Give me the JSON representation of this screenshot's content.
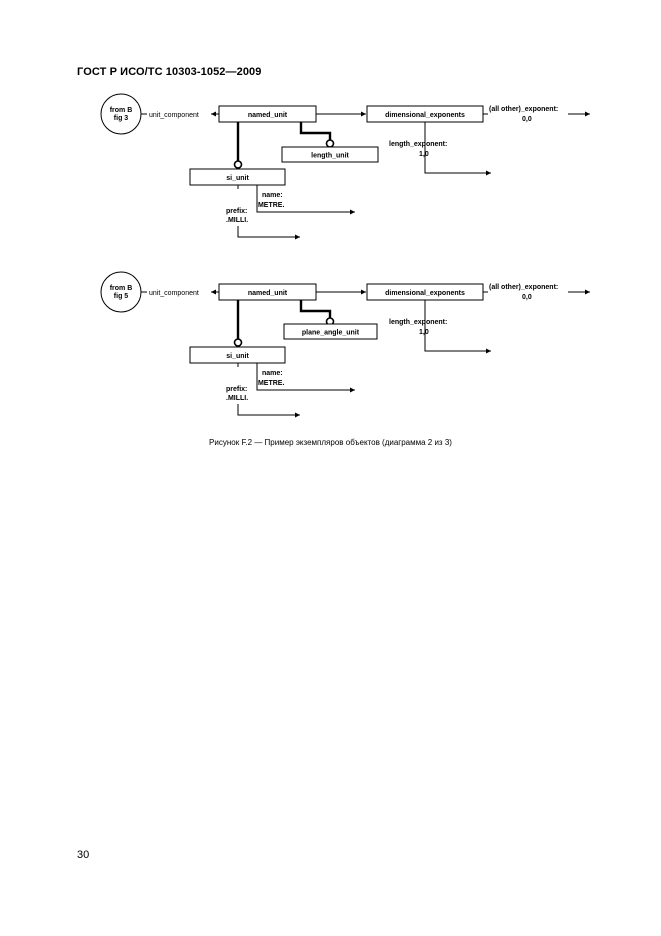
{
  "header": {
    "title": "ГОСТ Р ИСО/ТС 10303-1052—2009"
  },
  "diagrams": [
    {
      "source": {
        "line1": "from B",
        "line2": "fig 3"
      },
      "relation": "unit_component",
      "named_unit": "named_unit",
      "dimensional_exponents": "dimensional_exponents",
      "other_exponent": {
        "label": "(all other)_exponent:",
        "value": "0,0"
      },
      "length_exponent": {
        "label": "length_exponent:",
        "value": "1,0"
      },
      "subtype": "length_unit",
      "si_unit": "si_unit",
      "name": {
        "label": "name:",
        "value": ".METRE."
      },
      "prefix": {
        "label": "prefix:",
        "value": ".MILLI."
      }
    },
    {
      "source": {
        "line1": "from B",
        "line2": "fig 5"
      },
      "relation": "unit_component",
      "named_unit": "named_unit",
      "dimensional_exponents": "dimensional_exponents",
      "other_exponent": {
        "label": "(all other)_exponent:",
        "value": "0,0"
      },
      "length_exponent": {
        "label": "length_exponent:",
        "value": "1,0"
      },
      "subtype": "plane_angle_unit",
      "si_unit": "si_unit",
      "name": {
        "label": "name:",
        "value": ".METRE."
      },
      "prefix": {
        "label": "prefix:",
        "value": ".MILLI."
      }
    }
  ],
  "caption": "Рисунок  F.2 — Пример экземпляров объектов (диаграмма 2 из 3)",
  "page_number": "30"
}
